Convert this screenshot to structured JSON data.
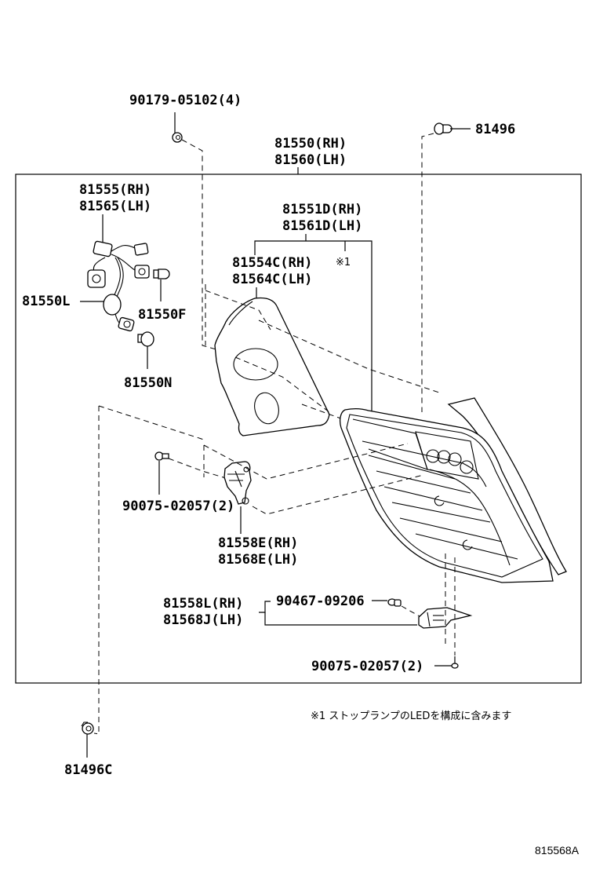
{
  "diagram": {
    "illustration_code": "815568A",
    "footnote": "※1 ストップランプのLEDを構成に含みます",
    "footnote_marker": "※1",
    "labels": {
      "screw_top": "90179-05102(4)",
      "lamp_assy_rh": "81550(RH)",
      "lamp_assy_lh": "81560(LH)",
      "clip_top": "81496",
      "socket_wire_rh": "81555(RH)",
      "socket_wire_lh": "81565(LH)",
      "lens_housing_rh": "81551D(RH)",
      "lens_housing_lh": "81561D(LH)",
      "gasket_rh": "81554C(RH)",
      "gasket_lh": "81564C(LH)",
      "bulb_l": "81550L",
      "bulb_f": "81550F",
      "bulb_n": "81550N",
      "screw_mid": "90075-02057(2)",
      "bracket_e_rh": "81558E(RH)",
      "bracket_e_lh": "81568E(LH)",
      "bracket_l_rh": "81558L(RH)",
      "bracket_j_lh": "81568J(LH)",
      "clip_small": "90467-09206",
      "screw_bottom": "90075-02057(2)",
      "clip_bottom": "81496C"
    }
  }
}
